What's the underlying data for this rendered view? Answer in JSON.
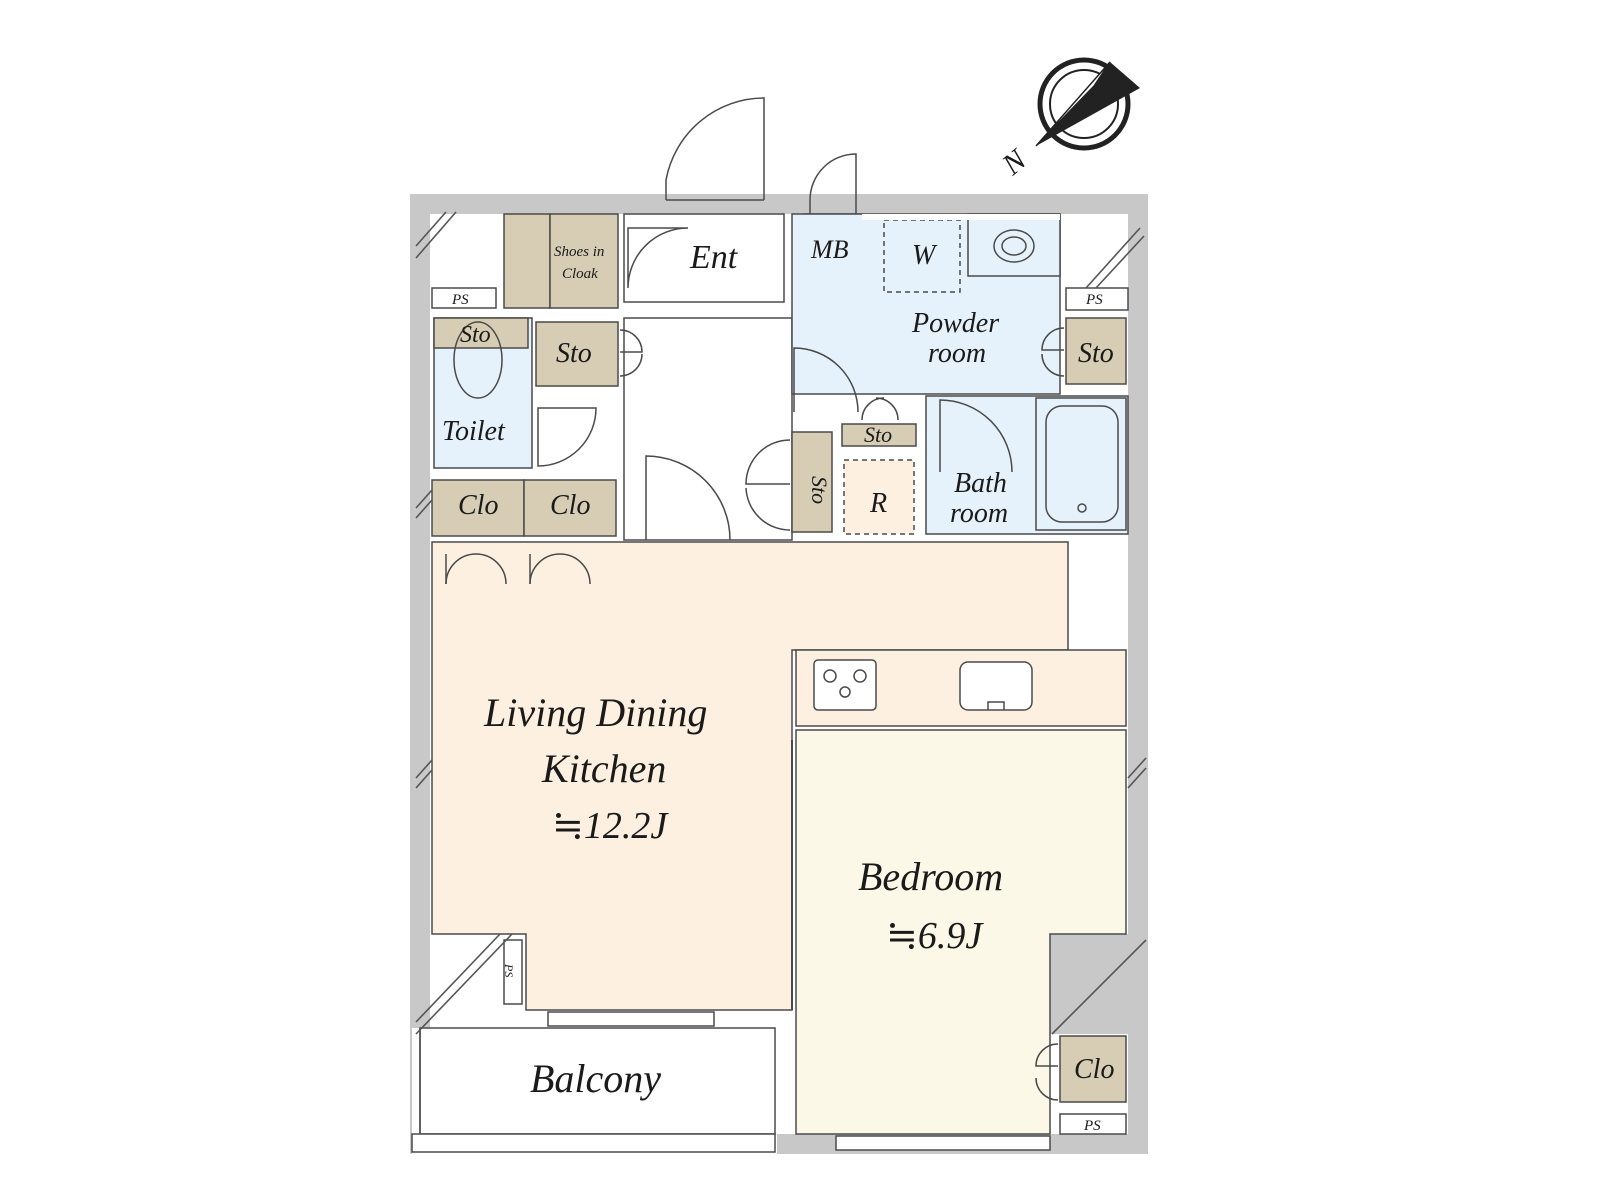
{
  "compass": {
    "label": "N"
  },
  "rooms": {
    "entrance": "Ent",
    "meter_box": "MB",
    "shoes_in_cloak_line1": "Shoes in",
    "shoes_in_cloak_line2": "Cloak",
    "washer": "W",
    "powder_room_line1": "Powder",
    "powder_room_line2": "room",
    "storage": "Sto",
    "toilet": "Toilet",
    "closet": "Clo",
    "refrigerator": "R",
    "bath_room_line1": "Bath",
    "bath_room_line2": "room",
    "ldk_line1": "Living Dining",
    "ldk_line2": "Kitchen",
    "ldk_area": "≒12.2J",
    "bedroom": "Bedroom",
    "bedroom_area": "≒6.9J",
    "balcony": "Balcony",
    "pipe_space": "PS"
  },
  "colors": {
    "wall": "#c8c8c8",
    "wet_area": "#e6f2fb",
    "storage": "#d6cdb4",
    "ldk_floor": "#fdf0e0",
    "bedroom_floor": "#fbf8e8"
  }
}
